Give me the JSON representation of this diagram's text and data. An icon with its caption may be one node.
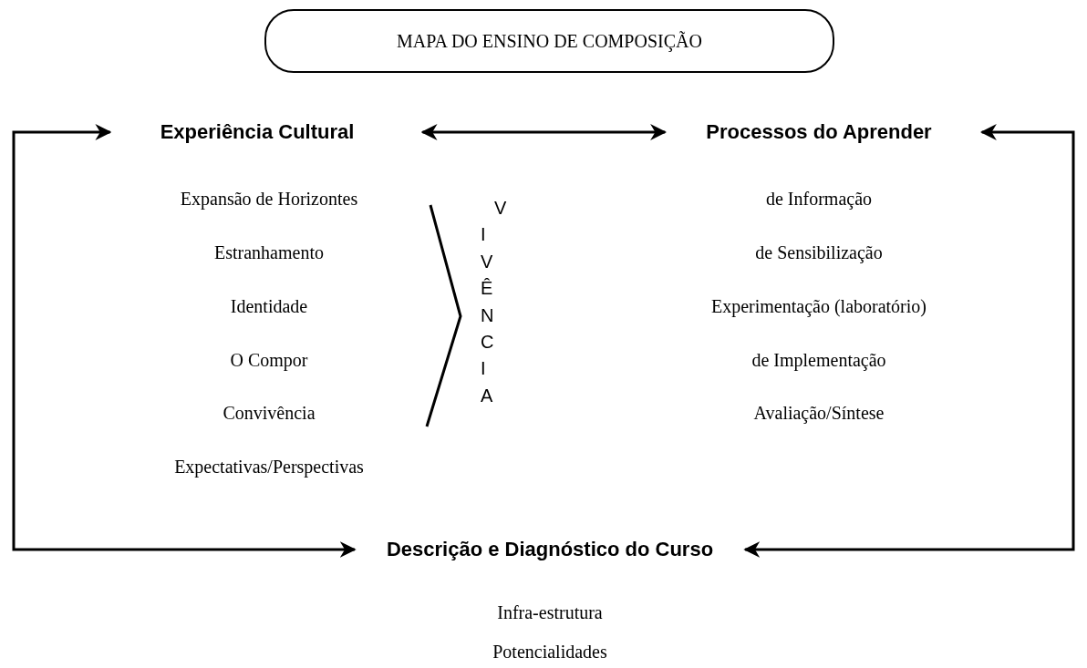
{
  "diagram": {
    "title": "MAPA DO ENSINO DE COMPOSIÇÃO",
    "nodes": [
      {
        "text": [
          "Experiência Cultural"
        ]
      },
      {
        "text": [
          "Processos do Aprender"
        ]
      },
      {
        "text": [
          "Descrição e Diagnóstico do Curso"
        ]
      }
    ],
    "edges": [
      {
        "from": 0,
        "to": 1,
        "arrow": "both"
      },
      {
        "from": 2,
        "to": 0,
        "arrow": "both"
      },
      {
        "from": 2,
        "to": 1,
        "arrow": "both"
      }
    ],
    "labels": [
      "Expansão de Horizontes",
      "Estranhamento",
      "Identidade",
      "O Compor",
      "Convivência",
      "Expectativas/Perspectivas",
      "VIVÊNCIA",
      "de Informação",
      "de Sensibilização",
      "Experimentação (laboratório)",
      "de Implementação",
      "Avaliação/Síntese",
      "Infra-estrutura",
      "Potencialidades"
    ]
  }
}
